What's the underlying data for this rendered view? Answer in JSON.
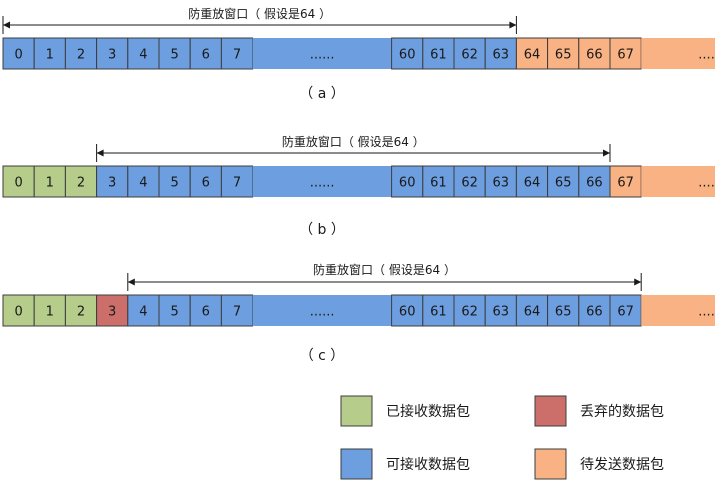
{
  "colors": {
    "received": "#b5cc8a",
    "receivable": "#6d9ee0",
    "dropped": "#cc6e6a",
    "pending": "#f8b283",
    "cell_border": "#3d3d3d",
    "line": "#1a1a1a"
  },
  "panels": [
    {
      "caption": "（ a ）",
      "window_label": "防重放窗口（ 假设是64 ）",
      "cells": [
        {
          "label": "0",
          "kind": "receivable"
        },
        {
          "label": "1",
          "kind": "receivable"
        },
        {
          "label": "2",
          "kind": "receivable"
        },
        {
          "label": "3",
          "kind": "receivable"
        },
        {
          "label": "4",
          "kind": "receivable"
        },
        {
          "label": "5",
          "kind": "receivable"
        },
        {
          "label": "6",
          "kind": "receivable"
        },
        {
          "label": "7",
          "kind": "receivable"
        },
        {
          "label": "......",
          "kind": "receivable",
          "wide": true
        },
        {
          "label": "60",
          "kind": "receivable"
        },
        {
          "label": "61",
          "kind": "receivable"
        },
        {
          "label": "62",
          "kind": "receivable"
        },
        {
          "label": "63",
          "kind": "receivable"
        },
        {
          "label": "64",
          "kind": "pending"
        },
        {
          "label": "65",
          "kind": "pending"
        },
        {
          "label": "66",
          "kind": "pending"
        },
        {
          "label": "67",
          "kind": "pending"
        },
        {
          "label": "......",
          "kind": "pending",
          "wide": true
        }
      ],
      "window_start": 0,
      "window_end": 12
    },
    {
      "caption": "（ b ）",
      "window_label": "防重放窗口（ 假设是64 ）",
      "cells": [
        {
          "label": "0",
          "kind": "received"
        },
        {
          "label": "1",
          "kind": "received"
        },
        {
          "label": "2",
          "kind": "received"
        },
        {
          "label": "3",
          "kind": "receivable"
        },
        {
          "label": "4",
          "kind": "receivable"
        },
        {
          "label": "5",
          "kind": "receivable"
        },
        {
          "label": "6",
          "kind": "receivable"
        },
        {
          "label": "7",
          "kind": "receivable"
        },
        {
          "label": "......",
          "kind": "receivable",
          "wide": true
        },
        {
          "label": "60",
          "kind": "receivable"
        },
        {
          "label": "61",
          "kind": "receivable"
        },
        {
          "label": "62",
          "kind": "receivable"
        },
        {
          "label": "63",
          "kind": "receivable"
        },
        {
          "label": "64",
          "kind": "receivable"
        },
        {
          "label": "65",
          "kind": "receivable"
        },
        {
          "label": "66",
          "kind": "receivable"
        },
        {
          "label": "67",
          "kind": "pending"
        },
        {
          "label": "......",
          "kind": "pending",
          "wide": true
        }
      ],
      "window_start": 3,
      "window_end": 15
    },
    {
      "caption": "（ c ）",
      "window_label": "防重放窗口（ 假设是64 ）",
      "cells": [
        {
          "label": "0",
          "kind": "received"
        },
        {
          "label": "1",
          "kind": "received"
        },
        {
          "label": "2",
          "kind": "received"
        },
        {
          "label": "3",
          "kind": "dropped"
        },
        {
          "label": "4",
          "kind": "receivable"
        },
        {
          "label": "5",
          "kind": "receivable"
        },
        {
          "label": "6",
          "kind": "receivable"
        },
        {
          "label": "7",
          "kind": "receivable"
        },
        {
          "label": "......",
          "kind": "receivable",
          "wide": true
        },
        {
          "label": "60",
          "kind": "receivable"
        },
        {
          "label": "61",
          "kind": "receivable"
        },
        {
          "label": "62",
          "kind": "receivable"
        },
        {
          "label": "63",
          "kind": "receivable"
        },
        {
          "label": "64",
          "kind": "receivable"
        },
        {
          "label": "65",
          "kind": "receivable"
        },
        {
          "label": "66",
          "kind": "receivable"
        },
        {
          "label": "67",
          "kind": "receivable"
        },
        {
          "label": "......",
          "kind": "pending",
          "wide": true
        }
      ],
      "window_start": 4,
      "window_end": 16
    }
  ],
  "legend": [
    {
      "kind": "received",
      "label": "已接收数据包"
    },
    {
      "kind": "dropped",
      "label": "丢弃的数据包"
    },
    {
      "kind": "receivable",
      "label": "可接收数据包"
    },
    {
      "kind": "pending",
      "label": "待发送数据包"
    }
  ]
}
